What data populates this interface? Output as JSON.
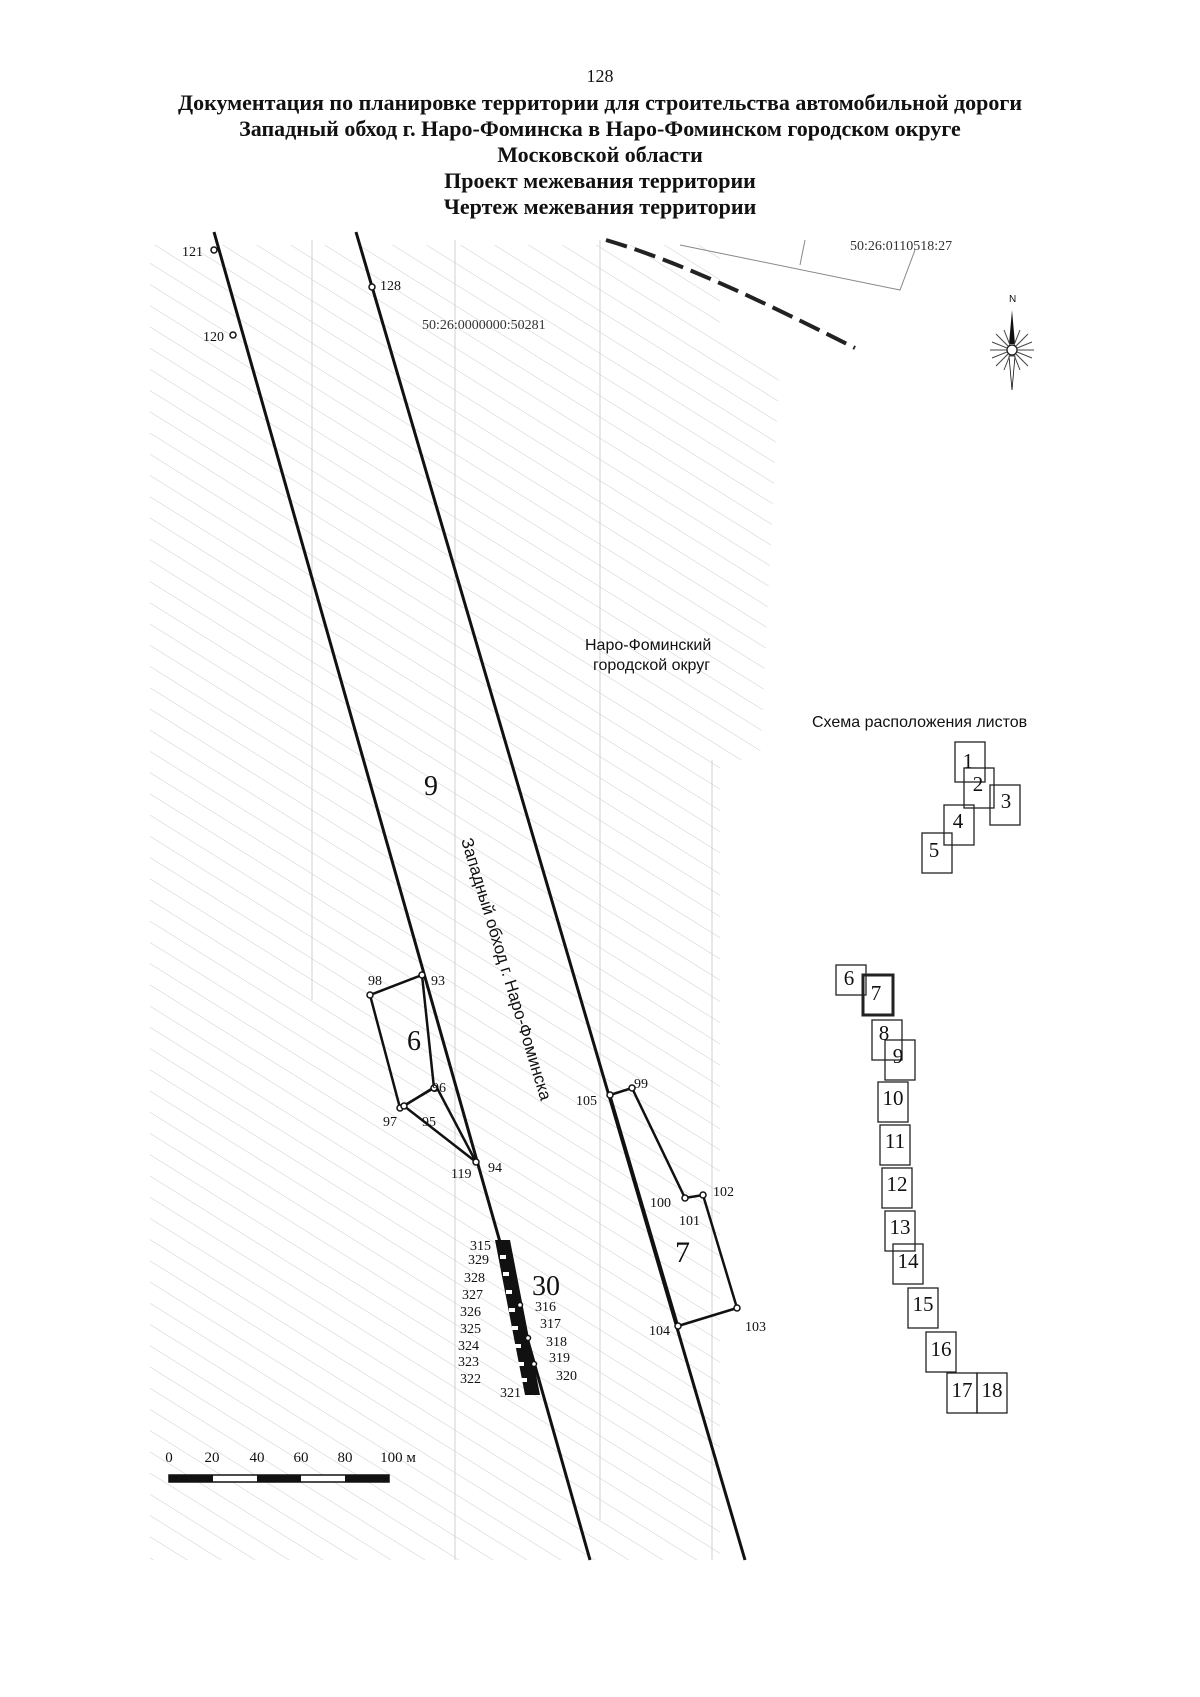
{
  "page": {
    "number": "128",
    "header_lines": [
      "Документация по планировке территории для строительства автомобильной дороги",
      "Западный обход г. Наро-Фоминска в Наро-Фоминском городском округе",
      "Московской области",
      "Проект межевания территории",
      "Чертеж межевания территории"
    ]
  },
  "map": {
    "cadastral_numbers": {
      "top_right": "50:26:0110518:27",
      "road_parcel": "50:26:0000000:50281"
    },
    "district_label": [
      "Наро-Фоминский",
      "городской округ"
    ],
    "road_label": "Западный обход г. Наро-Фоминска",
    "zone_labels": {
      "road": "9",
      "parcel_left": "6",
      "parcel_right": "7",
      "small_parcel": "30"
    },
    "points": {
      "p121": "121",
      "p120": "120",
      "p128": "128",
      "p98": "98",
      "p93": "93",
      "p96": "96",
      "p97": "97",
      "p95": "95",
      "p119": "119",
      "p94": "94",
      "p105": "105",
      "p99": "99",
      "p100": "100",
      "p101": "101",
      "p102": "102",
      "p104": "104",
      "p103": "103",
      "p315": "315",
      "p329": "329",
      "p328": "328",
      "p327": "327",
      "p326": "326",
      "p325": "325",
      "p324": "324",
      "p323": "323",
      "p322": "322",
      "p321": "321",
      "p316": "316",
      "p317": "317",
      "p318": "318",
      "p319": "319",
      "p320": "320"
    },
    "compass": {
      "north_label": "N"
    }
  },
  "scale_bar": {
    "ticks": [
      "0",
      "20",
      "40",
      "60",
      "80",
      "100 м"
    ]
  },
  "sheet_scheme": {
    "title": "Схема расположения листов",
    "sheets": [
      "1",
      "2",
      "3",
      "4",
      "5",
      "6",
      "7",
      "8",
      "9",
      "10",
      "11",
      "12",
      "13",
      "14",
      "15",
      "16",
      "17",
      "18"
    ],
    "current_sheet": "7"
  }
}
